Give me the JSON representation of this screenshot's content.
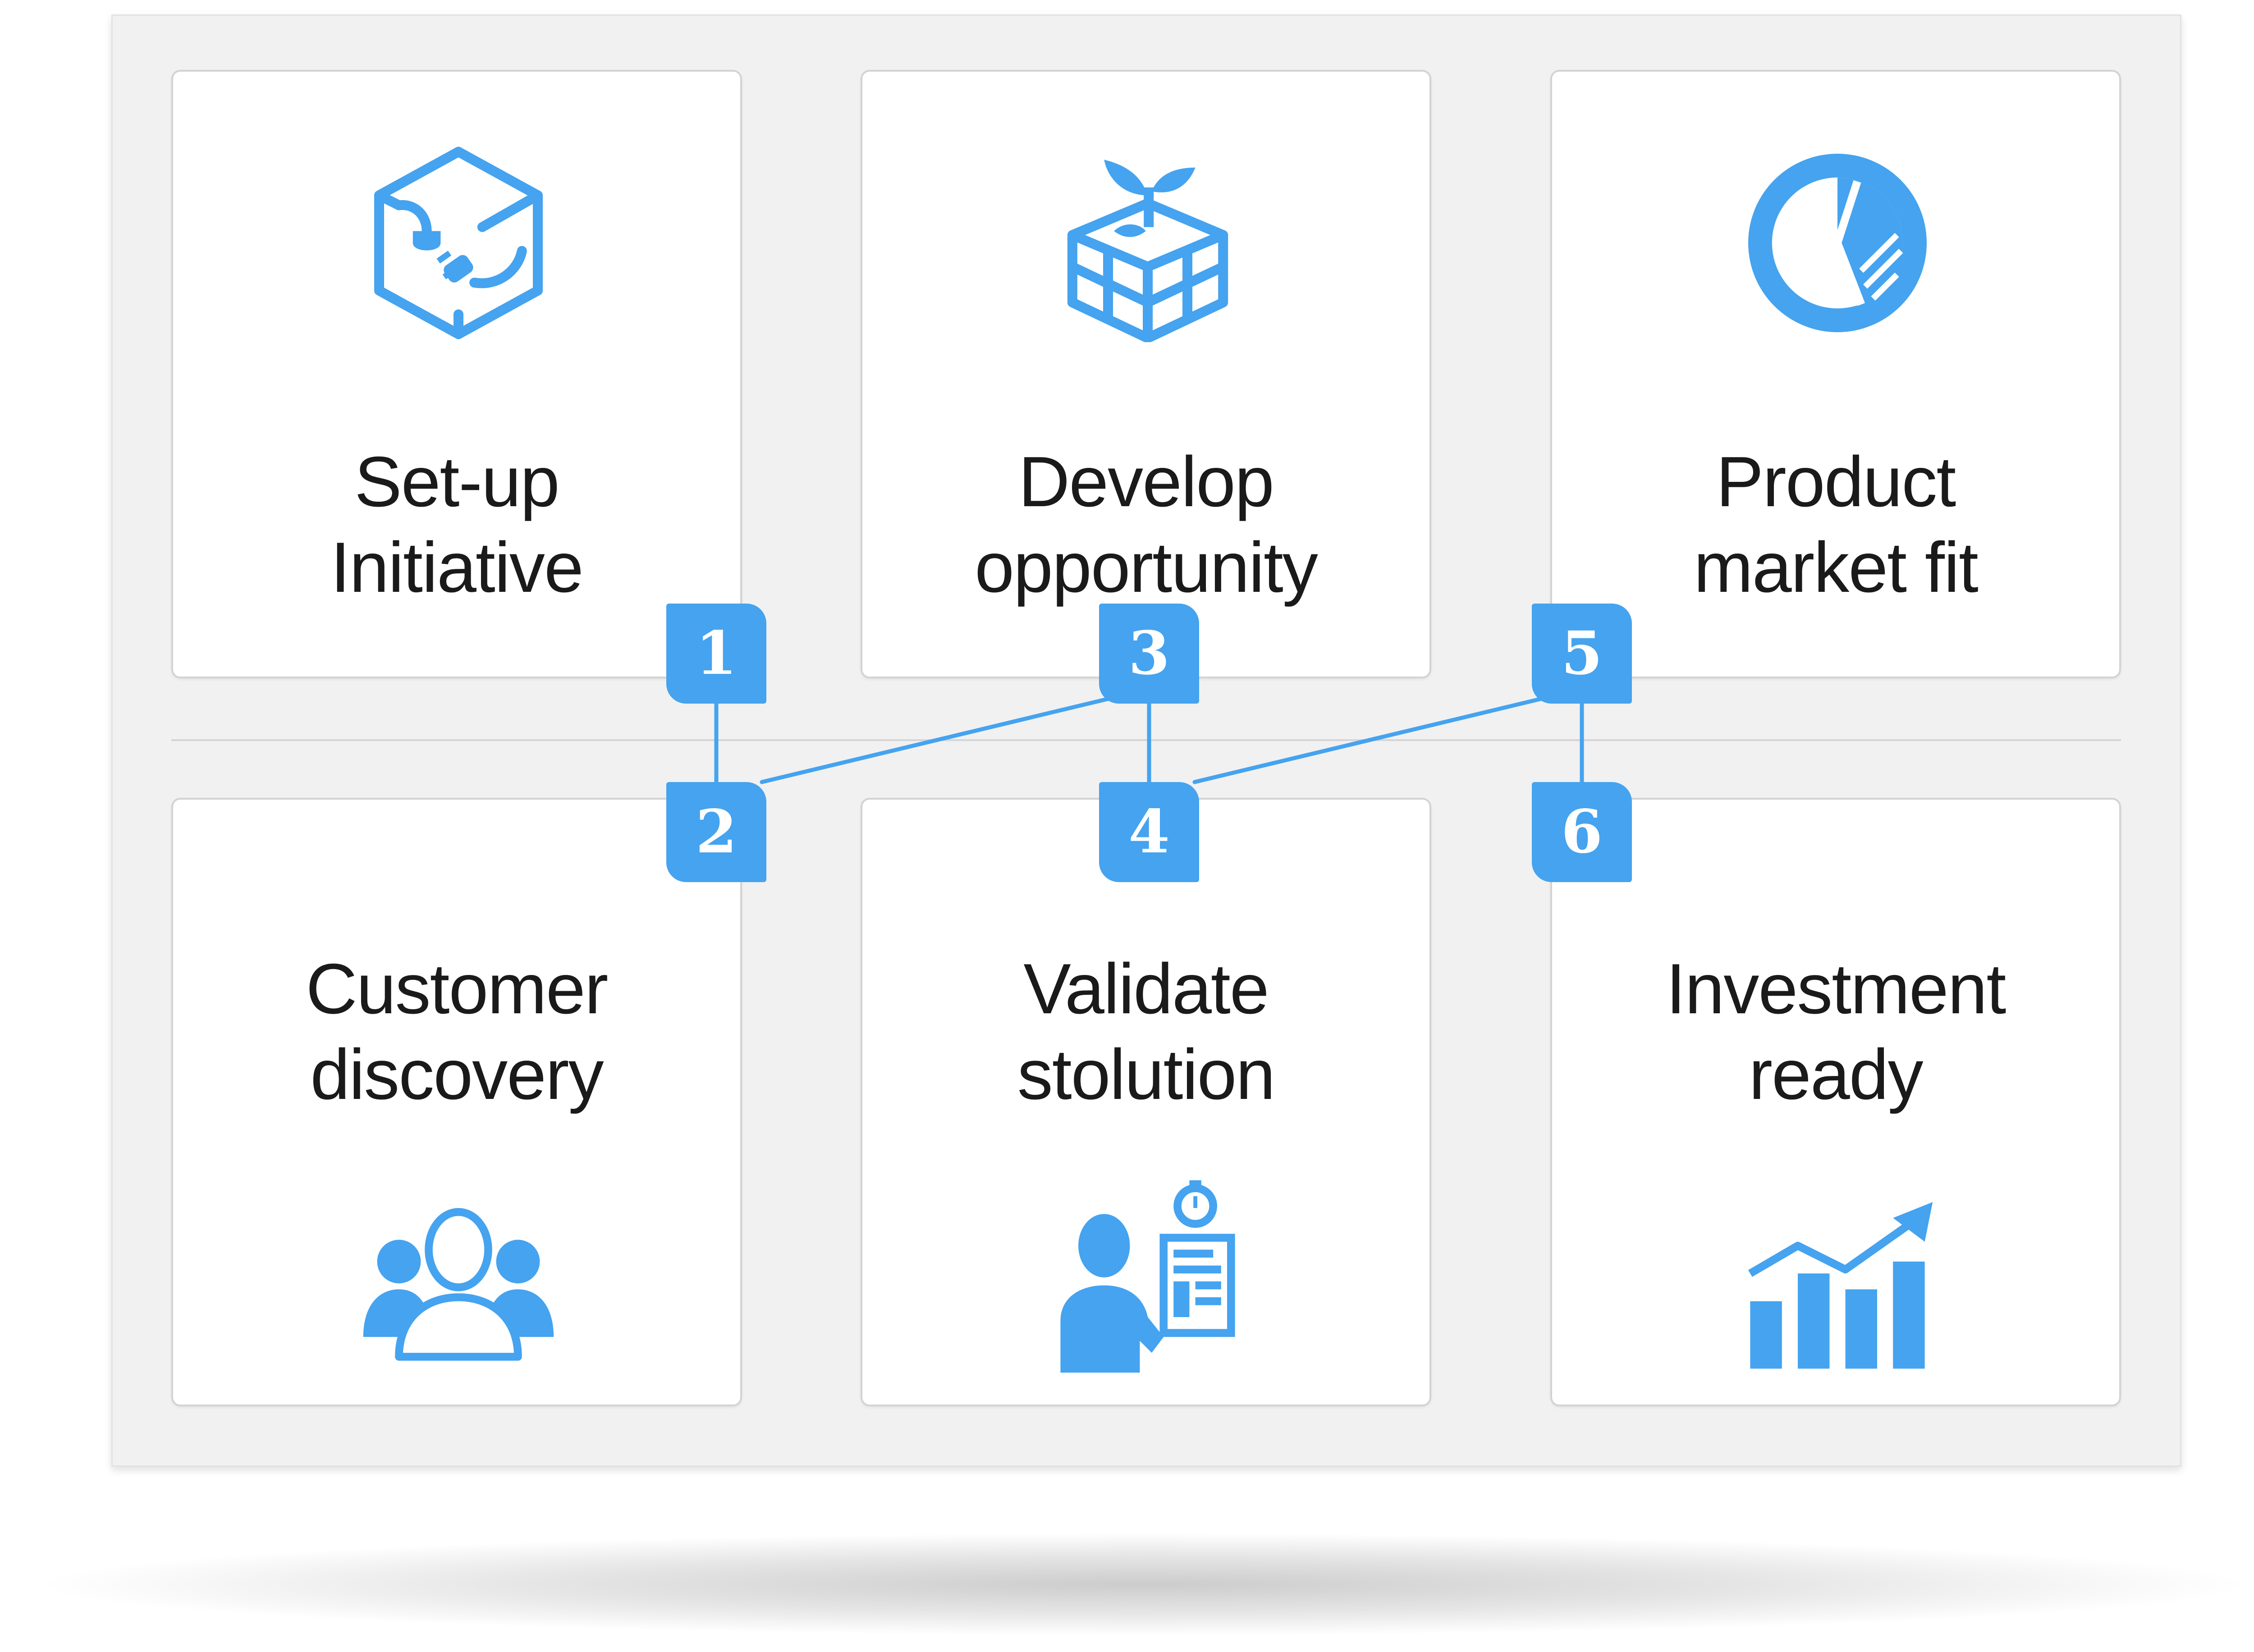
{
  "accent_color": "#45a3ef",
  "cards": [
    {
      "id": "setup-initiative",
      "number": "1",
      "line1": "Set-up",
      "line2": "Initiative",
      "icon": "plugin-box-icon"
    },
    {
      "id": "customer-discovery",
      "number": "2",
      "line1": "Customer",
      "line2": "discovery",
      "icon": "people-group-icon"
    },
    {
      "id": "develop-opportunity",
      "number": "3",
      "line1": "Develop",
      "line2": "opportunity",
      "icon": "sprout-box-icon"
    },
    {
      "id": "validate-solution",
      "number": "4",
      "line1": "Validate",
      "line2": "stolution",
      "icon": "person-report-timer-icon"
    },
    {
      "id": "product-market-fit",
      "number": "5",
      "line1": "Product",
      "line2": "market fit",
      "icon": "pie-chart-icon"
    },
    {
      "id": "investment-ready",
      "number": "6",
      "line1": "Investment",
      "line2": "ready",
      "icon": "growth-bar-chart-icon"
    }
  ]
}
